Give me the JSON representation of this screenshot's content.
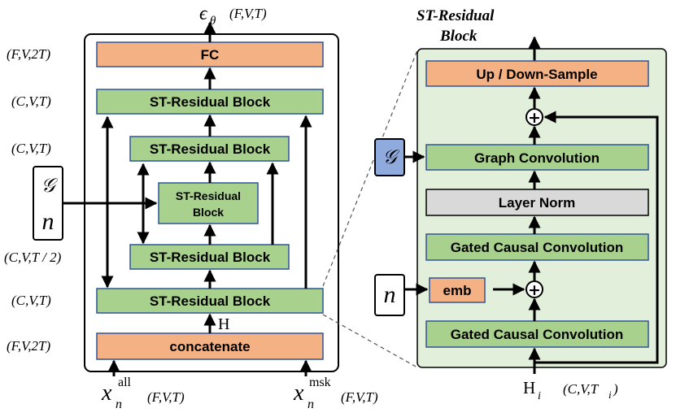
{
  "colors": {
    "green_box": "#a9d18e",
    "green_border": "#2f5597",
    "orange_box": "#f4b183",
    "gray_box": "#d9d9d9",
    "blue_box": "#8faadc",
    "panel_bg": "#e2efda",
    "stroke": "#000000"
  },
  "left": {
    "output_symbol": "ϵ",
    "output_sub": "θ",
    "output_dims": "(F,V,T)",
    "fc": "FC",
    "block_outer_top": "ST-Residual Block",
    "block_mid_top": "ST-Residual Block",
    "block_inner_line1": "ST-Residual",
    "block_inner_line2": "Block",
    "block_mid_bottom": "ST-Residual Block",
    "block_outer_bottom": "ST-Residual Block",
    "concat": "concatenate",
    "h_label": "H",
    "graph_symbol": "𝒢",
    "n_symbol": "n",
    "input_all_base": "x",
    "input_all_sub": "n",
    "input_all_sup": "all",
    "input_all_dims": "(F,V,T)",
    "input_msk_base": "x",
    "input_msk_sub": "n",
    "input_msk_sup": "msk",
    "input_msk_dims": "(F,V,T)"
  },
  "dims": {
    "fc": "(F,V,2T)",
    "outer_top": "(C,V,T)",
    "mid_top": "(C,V,T)",
    "inner": "(C,V,T / 2)",
    "outer_bottom": "(C,V,T)",
    "concat": "(F,V,2T)"
  },
  "right": {
    "title_line1": "ST-Residual",
    "title_line2": "Block",
    "updown": "Up / Down-Sample",
    "plus": "+",
    "graph_conv": "Graph Convolution",
    "layer_norm": "Layer Norm",
    "gcc_top": "Gated Causal Convolution",
    "emb": "emb",
    "gcc_bottom": "Gated Causal Convolution",
    "graph_symbol": "𝒢",
    "n_symbol": "n",
    "h_base": "H",
    "h_sub": "i",
    "h_dims": "(C,V,T",
    "h_dims_sub": "i",
    "h_dims_close": ")"
  }
}
